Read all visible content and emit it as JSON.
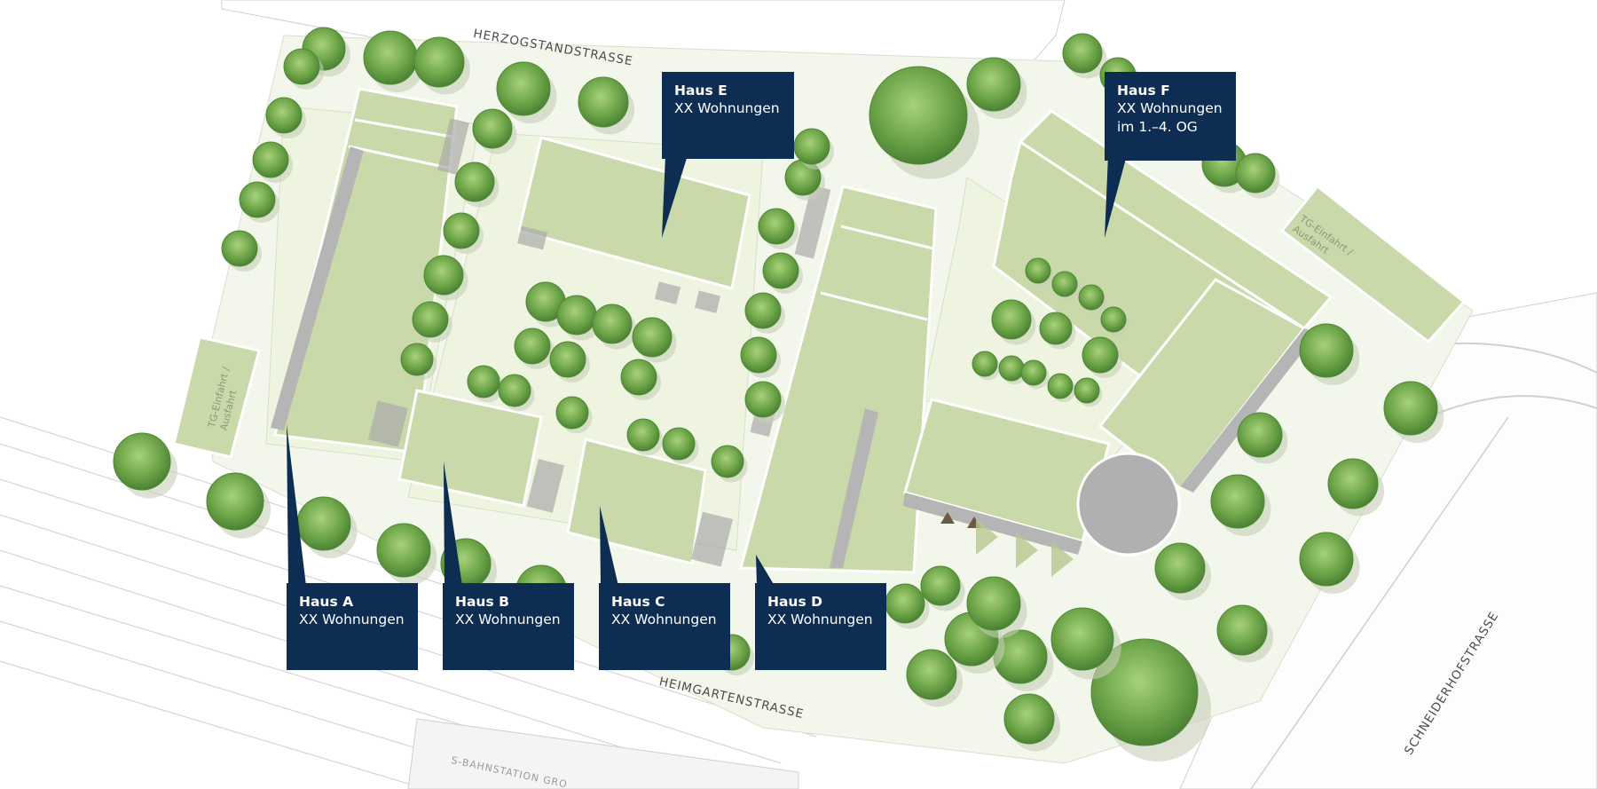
{
  "streets": {
    "north": "HERZOGSTANDSTRASSE",
    "south": "HEIMGARTENSTRASSE",
    "east": "SCHNEIDERHOFSTRASSE",
    "station": "S-BAHNSTATION GRO"
  },
  "parking": {
    "west": [
      "TG-Einfahrt /",
      "Ausfahrt"
    ],
    "east": [
      "TG-Einfahrt /",
      "Ausfahrt"
    ]
  },
  "houses": [
    {
      "id": "A",
      "name": "Haus A",
      "units": "XX Wohnungen",
      "extra": ""
    },
    {
      "id": "B",
      "name": "Haus B",
      "units": "XX Wohnungen",
      "extra": ""
    },
    {
      "id": "C",
      "name": "Haus C",
      "units": "XX Wohnungen",
      "extra": ""
    },
    {
      "id": "D",
      "name": "Haus D",
      "units": "XX Wohnungen",
      "extra": ""
    },
    {
      "id": "E",
      "name": "Haus E",
      "units": "XX Wohnungen",
      "extra": ""
    },
    {
      "id": "F",
      "name": "Haus F",
      "units": "XX Wohnungen",
      "extra": "im 1.–4. OG"
    }
  ],
  "colors": {
    "label_bg": "#0e2d52",
    "building": "#c9d9a9",
    "courtyard": "#eef4e0",
    "tree": "#6fa64a",
    "plaza": "#b0b0b0"
  }
}
